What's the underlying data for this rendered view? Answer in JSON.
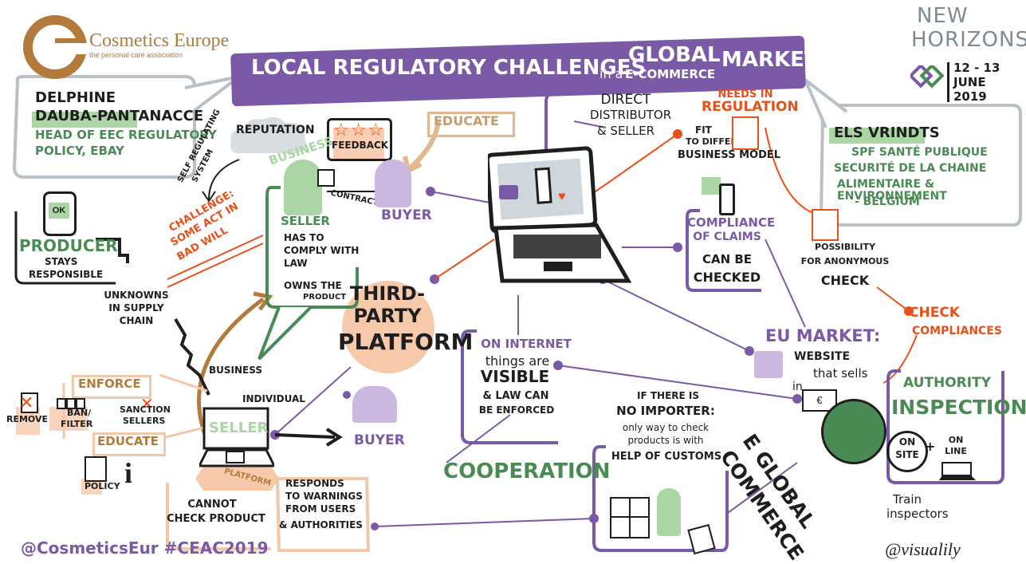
{
  "logo": {
    "name": "Cosmetics Europe",
    "tagline": "the personal care association"
  },
  "title_banner": {
    "part1": "LOCAL REGULATORY CHALLENGES",
    "part2": "in a",
    "part3_top": "GLOBAL",
    "part3_bottom": "e-COMMERCE",
    "part4": "MARKET"
  },
  "event": {
    "line1": "NEW",
    "line2": "HORIZONS",
    "dates": "12 - 13",
    "month": "JUNE",
    "year": "2019"
  },
  "speaker_left": {
    "name1": "DELPHINE",
    "name2": "DAUBA-PANTANACCE",
    "role1": "HEAD OF EEC REGULATORY",
    "role2": "POLICY, EBAY"
  },
  "speaker_right": {
    "name": "ELS VRINDTS",
    "line1": "SPF SANTÉ PUBLIQUE",
    "line2": "SECURITÉ DE LA CHAINE",
    "line3": "ALIMENTAIRE & ENVIRONNEMENT",
    "line4": "- BELGIUM"
  },
  "producer": {
    "ok": "OK",
    "title": "PRODUCER",
    "sub1": "STAYS",
    "sub2": "RESPONSIBLE"
  },
  "unknowns": {
    "line1": "UNKNOWNS",
    "line2": "IN SUPPLY",
    "line3": "CHAIN"
  },
  "challenge": {
    "line1": "Challenge:",
    "line2": "SOME ACT IN",
    "line3": "BAD WILL"
  },
  "self_reg": {
    "line1": "SELF REGULATING",
    "line2": "SYSTEM"
  },
  "reputation": "REPUTATION",
  "feedback": "FEEDBACK",
  "educate_top": "EDUCATE",
  "business_top": "BUSINESS",
  "seller_top": "SELLER",
  "contract": "CONTRACT",
  "buyer_top": "BUYER",
  "seller_box": {
    "l1": "HAS TO",
    "l2": "COMPLY WITH",
    "l3": "LAW",
    "l4": "OWNS the",
    "l5": "PRODUCT"
  },
  "third_party": {
    "l1": "THIRD-",
    "l2": "PARTY",
    "l3": "PLATFORM"
  },
  "direct": {
    "l1": "DIRECT",
    "l2": "DISTRIBUTOR",
    "l3": "& SELLER"
  },
  "needs_reg": {
    "l1": "NEEDS in",
    "l2": "REGULATION"
  },
  "fit": {
    "l1": "FIT",
    "l2": "TO DIFFERENT",
    "l3": "BUSINESS MODEL"
  },
  "compliance_claims": {
    "l1": "COMPLIANCE",
    "l2": "OF CLAIMS",
    "l3": "CAN BE",
    "l4": "CHECKED"
  },
  "anonymous": {
    "l1": "POSSIBILITY",
    "l2": "FOR ANONYMOUS",
    "l3": "CHECK"
  },
  "check_comp": {
    "l1": "CHECK",
    "l2": "COMPLIANCES"
  },
  "eu_market": {
    "title": "EU MARKET:",
    "l1": "WEBSITE",
    "l2": "that sells",
    "l3": "in"
  },
  "authority": {
    "l1": "AUTHORITY",
    "l2": "INSPECTION",
    "on_site1": "ON",
    "on_site2": "SITE",
    "plus": "+",
    "on_line1": "ON",
    "on_line2": "LINE",
    "train1": "Train",
    "train2": "inspectors"
  },
  "global_ecommerce": {
    "l1": "e GLOBAL",
    "l2": "COMMERCE"
  },
  "on_internet": {
    "l1": "ON INTERNET",
    "l2": "things are",
    "l3": "VISIBLE",
    "l4": "& LAW CAN",
    "l5": "BE ENFORCED"
  },
  "no_importer": {
    "l1": "IF THERE IS",
    "l2": "NO IMPORTER:",
    "l3": "only way to check",
    "l4": "products is with",
    "l5": "HELP OF CUSTOMS"
  },
  "cooperation": "COOPERATION",
  "enforce": "ENFORCE",
  "remove": "REMOVE",
  "ban": {
    "l1": "BAN/",
    "l2": "FILTER"
  },
  "sanction": {
    "l1": "SANCTION",
    "l2": "SELLERS"
  },
  "educate_bottom": "EDUCATE",
  "policy": "POLICY",
  "info_icon": "i",
  "business_bottom": "BUSINESS",
  "individual": "INDIVIDUAL",
  "seller_bottom": "SELLER",
  "platform_tag": "PLATFORM",
  "buyer_bottom": "BUYER",
  "cannot": {
    "l1": "CANNOT",
    "l2": "CHECK PRODUCT"
  },
  "responds": {
    "l1": "RESPONDS",
    "l2": "TO WARNINGS",
    "l3": "FROM USERS",
    "l4": "& AUTHORITIES"
  },
  "hashtags": "@CosmeticsEur #CEAC2019",
  "signature": "@visualily",
  "icons": [
    "logo-ring",
    "cloud-icon",
    "stars-icon",
    "laptop-icon",
    "basket-icon",
    "bottle-icon",
    "document-icon",
    "globe-icon",
    "euro-note-icon",
    "boxes-icon",
    "person-icon",
    "thumbs-up-icon"
  ],
  "colors": {
    "purple": "#7a5aa6",
    "green": "#4a8a55",
    "green_highlight": "#a9d6a3",
    "orange": "#e8501a",
    "peach": "#f6c9ab",
    "brown": "#b37a3c",
    "grey_bubble": "#b9c0c6"
  }
}
